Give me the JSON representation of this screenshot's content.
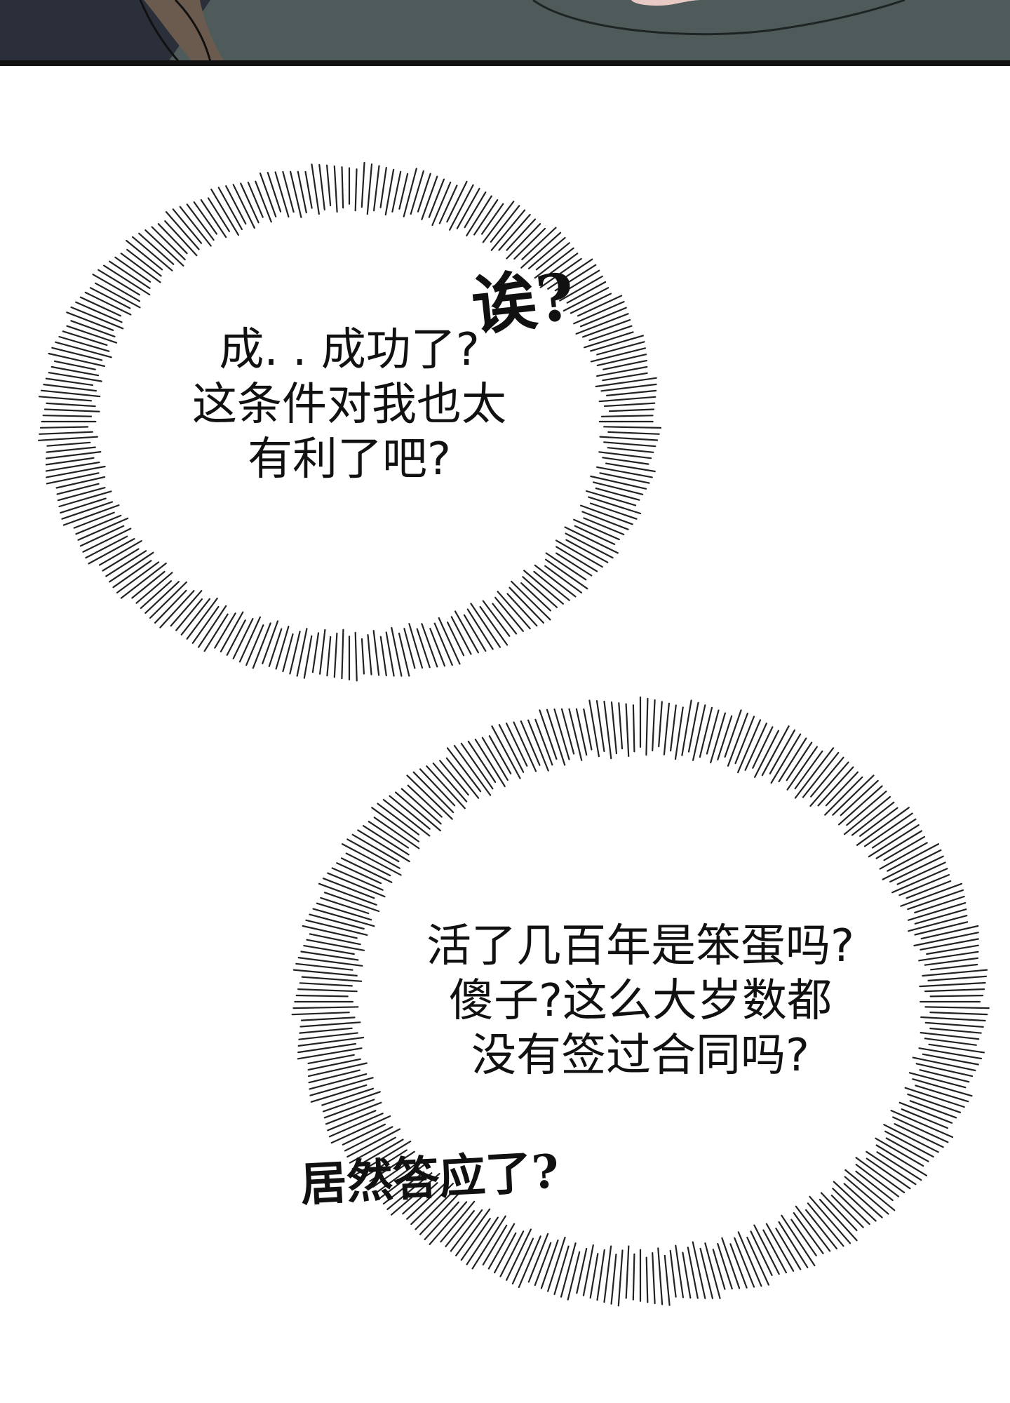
{
  "colors": {
    "background": "#ffffff",
    "panel_top_fill": "#4f5b5a",
    "panel_top_dark": "#2b2f3a",
    "panel_top_skin": "#6b5b4e",
    "panel_border": "#111111",
    "text": "#111111",
    "burst_lines": "#222222"
  },
  "bubble_1": {
    "lines": [
      "成. . 成功了?",
      "这条件对我也太",
      "有利了吧?"
    ]
  },
  "sfx_1": "诶?",
  "bubble_2": {
    "lines": [
      "活了几百年是笨蛋吗?",
      "傻子?这么大岁数都",
      "没有签过合同吗?"
    ]
  },
  "sfx_2": "居然答应了?"
}
